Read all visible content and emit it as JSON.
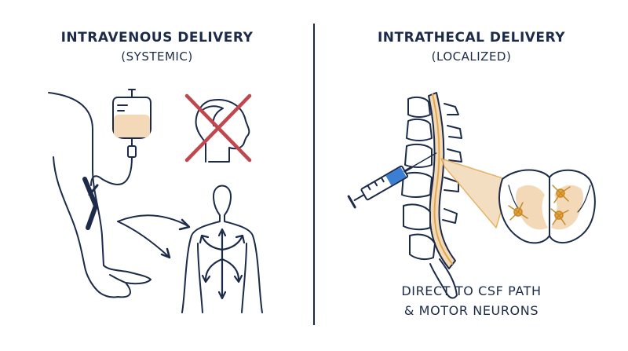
{
  "left": {
    "title": "INTRAVENOUS DELIVERY",
    "subtitle": "(SYSTEMIC)"
  },
  "right": {
    "title": "INTRATHECAL DELIVERY",
    "subtitle": "(LOCALIZED)",
    "caption_line1": "DIRECT TO CSF PATH",
    "caption_line2": "& MOTOR NEURONS"
  },
  "colors": {
    "navy": "#1c2b4a",
    "fluid": "#f3d9b8",
    "cross": "#c0474d",
    "syringe_blue": "#3b7fd4",
    "highlight": "#e0a84a",
    "neuron": "#e8a23a"
  }
}
